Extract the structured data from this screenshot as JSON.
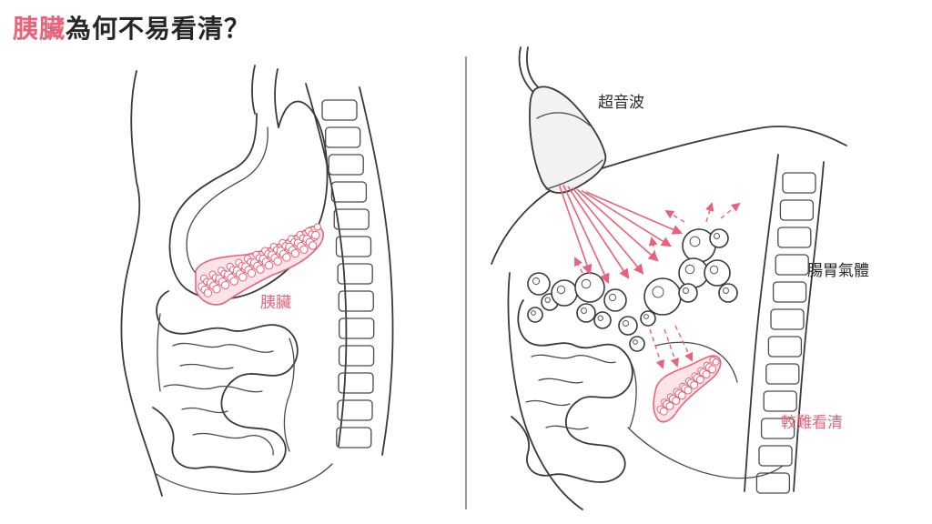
{
  "title": {
    "accent": "胰臟",
    "rest": "為何不易看清？"
  },
  "labels": {
    "pancreas": "胰臟",
    "ultrasound": "超音波",
    "gas": "腸胃氣體",
    "hard_to_see": "較難看清"
  },
  "colors": {
    "accent": "#e8637a",
    "line": "#3a3a3a",
    "pancreas_fill": "#fde4e8"
  },
  "icons": [
    "ultrasound-probe-icon",
    "arrow-icon"
  ]
}
